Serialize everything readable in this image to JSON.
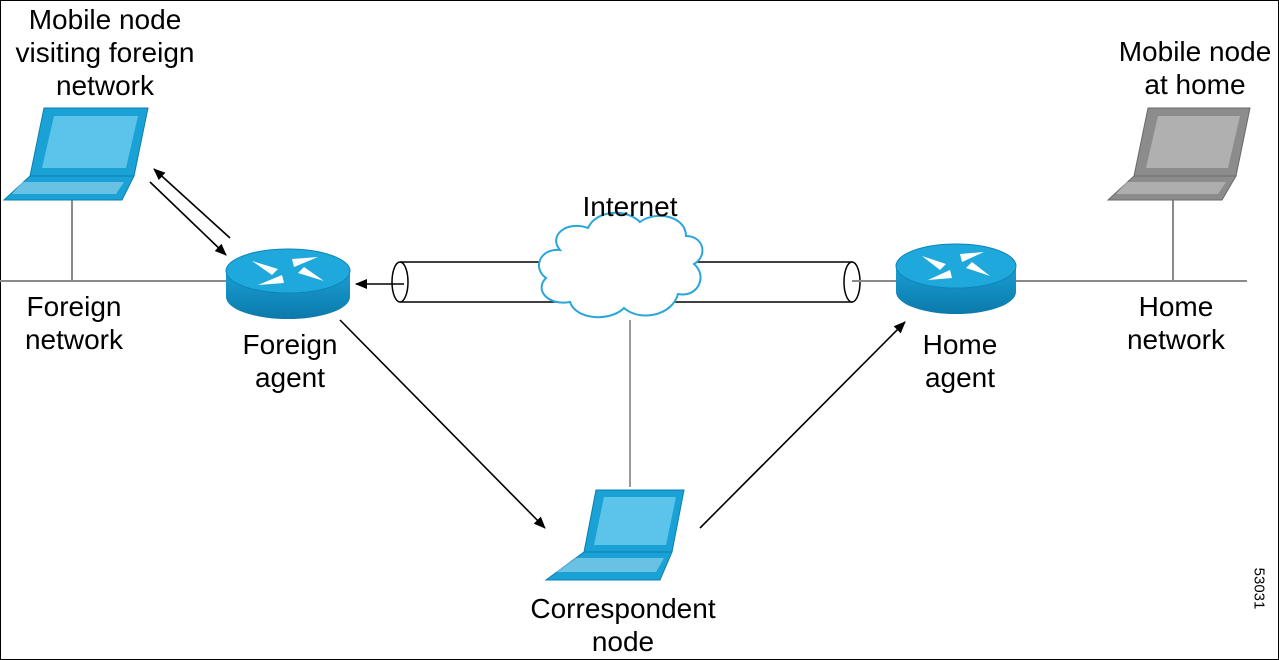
{
  "labels": {
    "mobile_foreign": [
      "Mobile node",
      "visiting foreign",
      "network"
    ],
    "mobile_home": [
      "Mobile node",
      "at home"
    ],
    "internet": "Internet",
    "foreign_network": [
      "Foreign",
      "network"
    ],
    "foreign_agent": [
      "Foreign",
      "agent"
    ],
    "home_agent": [
      "Home",
      "agent"
    ],
    "home_network": [
      "Home",
      "network"
    ],
    "correspondent": [
      "Correspondent",
      "node"
    ],
    "figure_id": "53031"
  },
  "colors": {
    "device_blue": "#1aa2d6",
    "device_dark": "#0c7fb0",
    "device_gray": "#8c8c8c",
    "device_gray_dark": "#6a6a6a",
    "line_gray": "#9a9a9a",
    "cloud_stroke": "#2aa6d8",
    "arrow": "#000000"
  },
  "icons": {
    "laptop": "laptop-icon",
    "router": "router-icon",
    "cloud": "cloud-icon"
  }
}
